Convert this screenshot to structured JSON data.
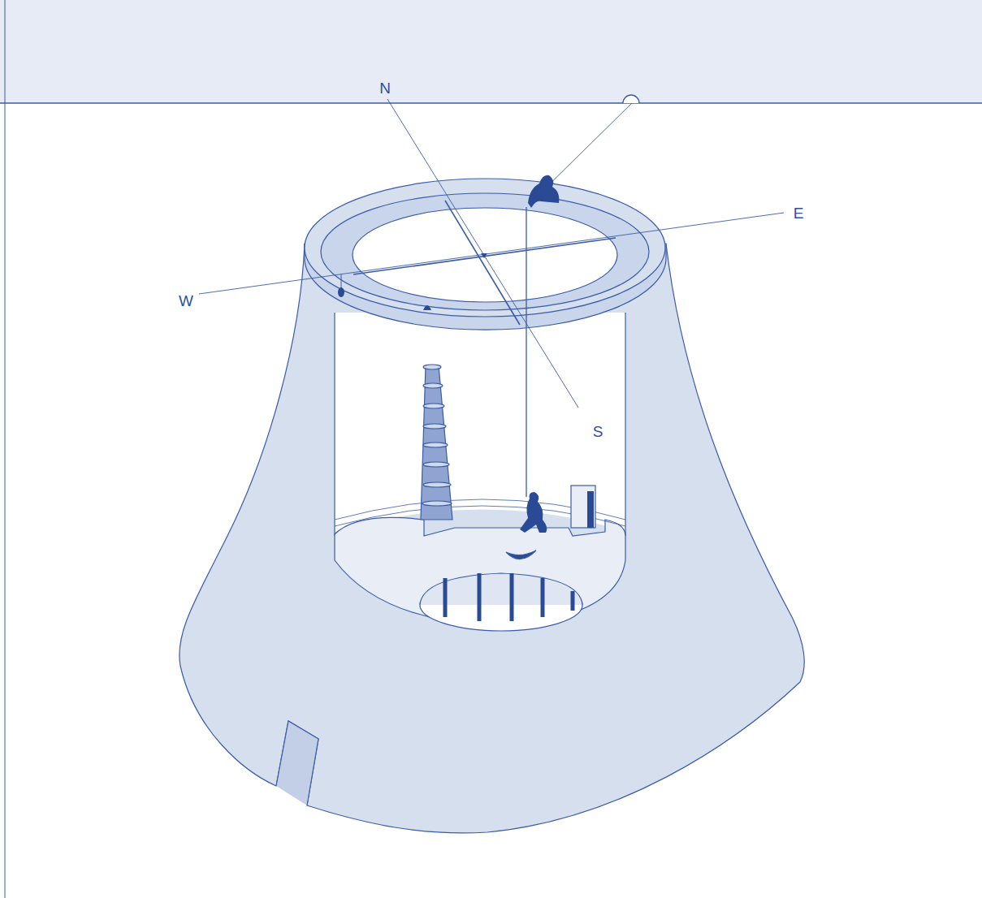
{
  "diagram": {
    "labels": [
      "N",
      "E",
      "W",
      "S"
    ]
  }
}
